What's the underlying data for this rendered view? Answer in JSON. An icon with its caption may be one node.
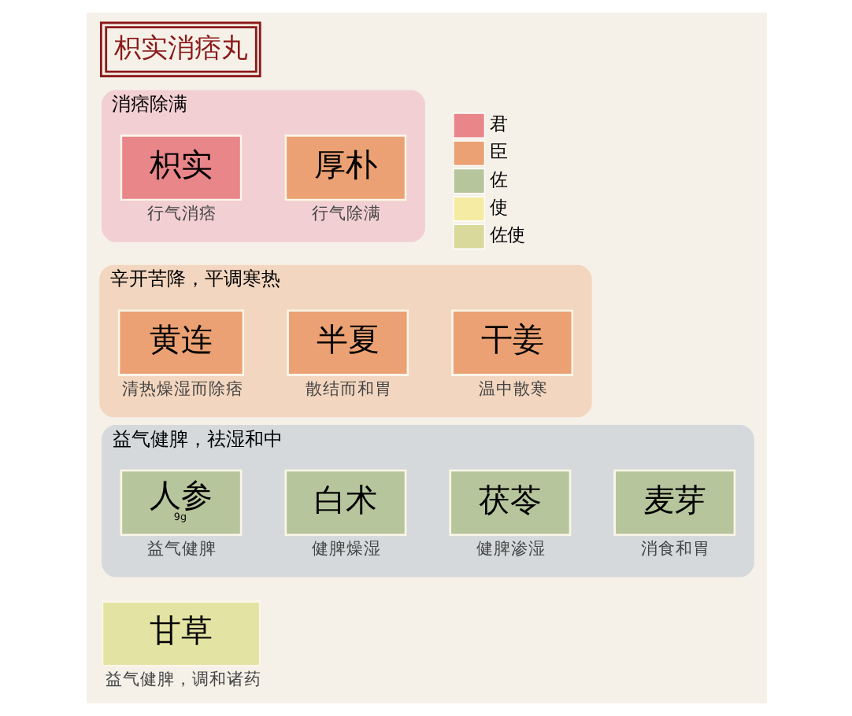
{
  "diagram": {
    "title": "枳实消痞丸",
    "nodes": [
      {
        "text": [
          "消痞除满"
        ]
      },
      {
        "text": [
          "枳实"
        ],
        "in": 0,
        "beside": [
          "行气消痞"
        ]
      },
      {
        "text": [
          "厚朴"
        ],
        "in": 0,
        "beside": [
          "行气除满"
        ]
      },
      {
        "text": [
          "辛开苦降，平调寒热"
        ]
      },
      {
        "text": [
          "黄连"
        ],
        "in": 3,
        "beside": [
          "清热燥湿而除痞"
        ]
      },
      {
        "text": [
          "半夏"
        ],
        "in": 3,
        "beside": [
          "散结而和胃"
        ]
      },
      {
        "text": [
          "干姜"
        ],
        "in": 3,
        "beside": [
          "温中散寒"
        ]
      },
      {
        "text": [
          "益气健脾，祛湿和中"
        ]
      },
      {
        "text": [
          "人参",
          "9g"
        ],
        "in": 7,
        "beside": [
          "益气健脾"
        ]
      },
      {
        "text": [
          "白术"
        ],
        "in": 7,
        "beside": [
          "健脾燥湿"
        ]
      },
      {
        "text": [
          "茯苓"
        ],
        "in": 7,
        "beside": [
          "健脾渗湿"
        ]
      },
      {
        "text": [
          "麦芽"
        ],
        "in": 7,
        "beside": [
          "消食和胃"
        ]
      },
      {
        "text": [
          "甘草"
        ],
        "beside": [
          "益气健脾，调和诸药"
        ]
      }
    ],
    "edges": [],
    "legend": [
      {
        "text": "君",
        "color": "#e8868a"
      },
      {
        "text": "臣",
        "color": "#eba173"
      },
      {
        "text": "佐",
        "color": "#b7c59c"
      },
      {
        "text": "使",
        "color": "#f6eba3"
      },
      {
        "text": "佐使",
        "color": "#d9d99c"
      }
    ]
  }
}
